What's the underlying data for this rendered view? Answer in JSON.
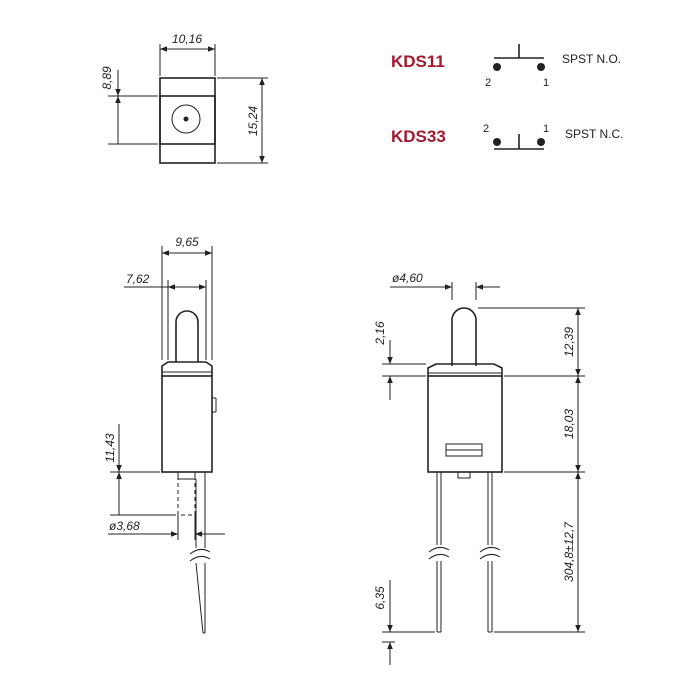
{
  "top_view": {
    "width": "10,16",
    "height_upper": "8,89",
    "height_total": "15,24"
  },
  "schematics": [
    {
      "model": "KDS11",
      "spec": "SPST N.O.",
      "pin_left": "2",
      "pin_right": "1"
    },
    {
      "model": "KDS33",
      "spec": "SPST N.C.",
      "pin_left": "2",
      "pin_right": "1"
    }
  ],
  "side_view": {
    "outer_width": "9,65",
    "inner_width": "7,62",
    "body_height": "11,43",
    "pin_diameter": "ø3,68"
  },
  "front_view": {
    "actuator_diameter": "ø4,60",
    "collar_height": "2,16",
    "actuator_height": "12,39",
    "body_height": "18,03",
    "lead_length": "304,8±12,7",
    "lead_tip": "6,35"
  },
  "colors": {
    "model_text": "#a3192e",
    "line": "#222222"
  }
}
